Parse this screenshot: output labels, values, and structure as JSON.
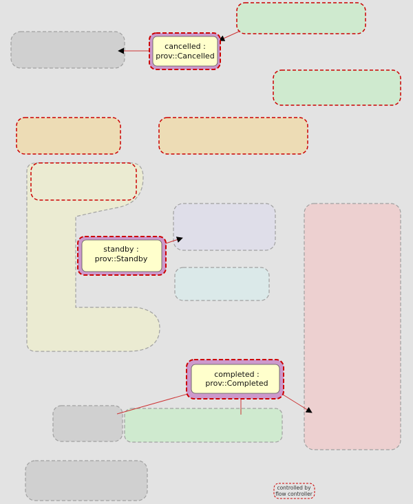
{
  "states": {
    "cancelled": {
      "line1": "cancelled :",
      "line2": "prov::Cancelled"
    },
    "standby": {
      "line1": "standby :",
      "line2": "prov::Standby"
    },
    "completed": {
      "line1": "completed :",
      "line2": "prov::Completed"
    }
  },
  "legend": {
    "line1": "controlled by",
    "line2": "flow controller"
  },
  "colors": {
    "background": "#e3e3e3",
    "gray_region": "#d0d0d0",
    "green_region": "#cfeacf",
    "orange_region": "#eddcb5",
    "olive_region": "#ebebd2",
    "lavender_region": "#dfdee9",
    "cyan_region": "#dbe9e9",
    "pink_region": "#edd0d0",
    "state_fill": "#ffffcc",
    "state_outer": "#cc99cc",
    "controller_border": "#cc0000",
    "region_border": "#a0a0a0",
    "arrow": "#cc3333"
  }
}
